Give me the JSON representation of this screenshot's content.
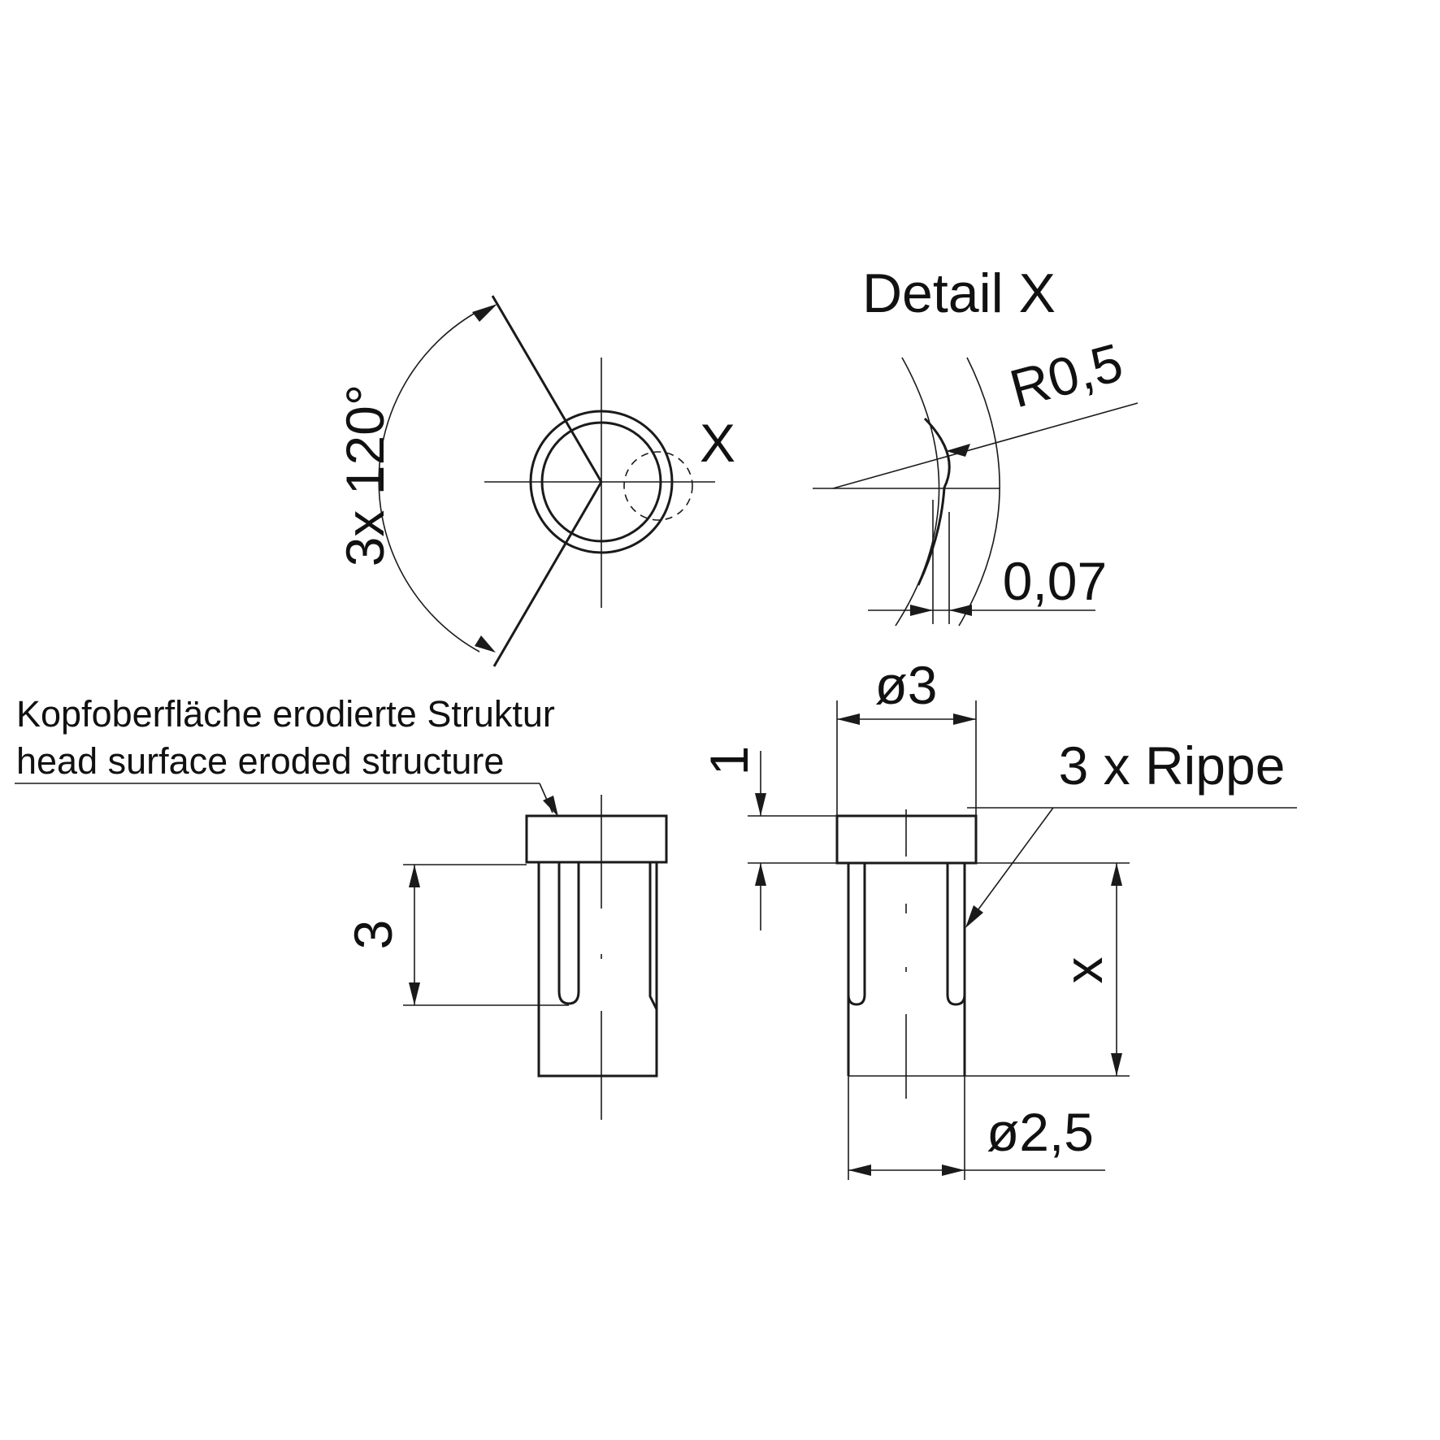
{
  "top_view": {
    "angle_label": "3x 120°",
    "detail_marker": "X"
  },
  "detail_view": {
    "title": "Detail X",
    "radius_label": "R0,5",
    "offset_label": "0,07"
  },
  "note": {
    "german": "Kopfoberfläche erodierte Struktur",
    "english": "head surface eroded structure",
    "english_color": "#3a3ad8"
  },
  "side_view": {
    "rib_length_label": "3"
  },
  "front_view": {
    "head_diameter_label": "ø3",
    "head_height_label": "1",
    "rib_label": "3 x Rippe",
    "length_label": "x",
    "shaft_diameter_label": "ø2,5"
  }
}
